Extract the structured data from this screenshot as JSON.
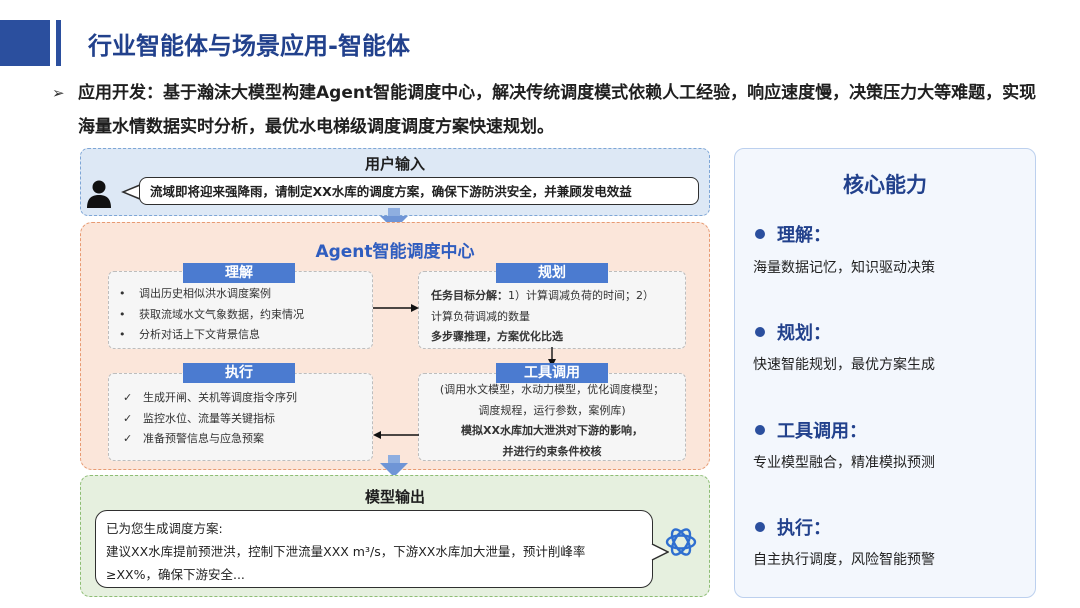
{
  "header": {
    "title": "行业智能体与场景应用-智能体",
    "intro_arrow": "➢",
    "intro": "应用开发：基于瀚沫大模型构建Agent智能调度中心，解决传统调度模式依赖人工经验，响应速度慢，决策压力大等难题，实现海量水情数据实时分析，最优水电梯级调度调度方案快速规划。"
  },
  "user_input": {
    "title": "用户输入",
    "message": "流域即将迎来强降雨，请制定XX水库的调度方案，确保下游防洪安全，并兼顾发电效益"
  },
  "agent": {
    "title": "Agent智能调度中心",
    "understand": {
      "tag": "理解",
      "bullets": [
        "调出历史相似洪水调度案例",
        "获取流域水文气象数据，约束情况",
        "分析对话上下文背景信息"
      ]
    },
    "plan": {
      "tag": "规划",
      "line1_bold": "任务目标分解：",
      "line1_rest": "1）计算调减负荷的时间；2）",
      "line2": "计算负荷调减的数量",
      "line3": "多步骤推理，方案优化比选"
    },
    "execute": {
      "tag": "执行",
      "bullets": [
        "生成开闸、关机等调度指令序列",
        "监控水位、流量等关键指标",
        "准备预警信息与应急预案"
      ]
    },
    "tools": {
      "tag": "工具调用",
      "line1": "(调用水文模型，水动力模型，优化调度模型；",
      "line2": "调度规程，运行参数，案例库)",
      "line3": "模拟XX水库加大泄洪对下游的影响，",
      "line4": "并进行约束条件校核"
    },
    "bullet_mark": "•",
    "check_mark": "✓"
  },
  "output": {
    "title": "模型输出",
    "line1": "已为您生成调度方案:",
    "line2": "建议XX水库提前预泄洪，控制下泄流量XXX m³/s，下游XX水库加大泄量，预计削峰率",
    "line3": "≥XX%，确保下游安全..."
  },
  "core": {
    "title": "核心能力",
    "items": [
      {
        "name": "理解：",
        "desc": "海量数据记忆，知识驱动决策"
      },
      {
        "name": "规划：",
        "desc": "快速智能规划，最优方案生成"
      },
      {
        "name": "工具调用：",
        "desc": "专业模型融合，精准模拟预测"
      },
      {
        "name": "执行：",
        "desc": "自主执行调度，风险智能预警"
      }
    ]
  },
  "colors": {
    "primary": "#2b4f9e",
    "tag_blue": "#4b7bd0",
    "user_bg": "#dde8f5",
    "agent_bg": "#fbe6da",
    "output_bg": "#e6f0df",
    "core_bg": "#f3f7fd"
  },
  "icons": [
    "user-icon",
    "down-arrow-icon",
    "right-arrow-icon",
    "left-arrow-icon",
    "ai-logo-icon"
  ]
}
